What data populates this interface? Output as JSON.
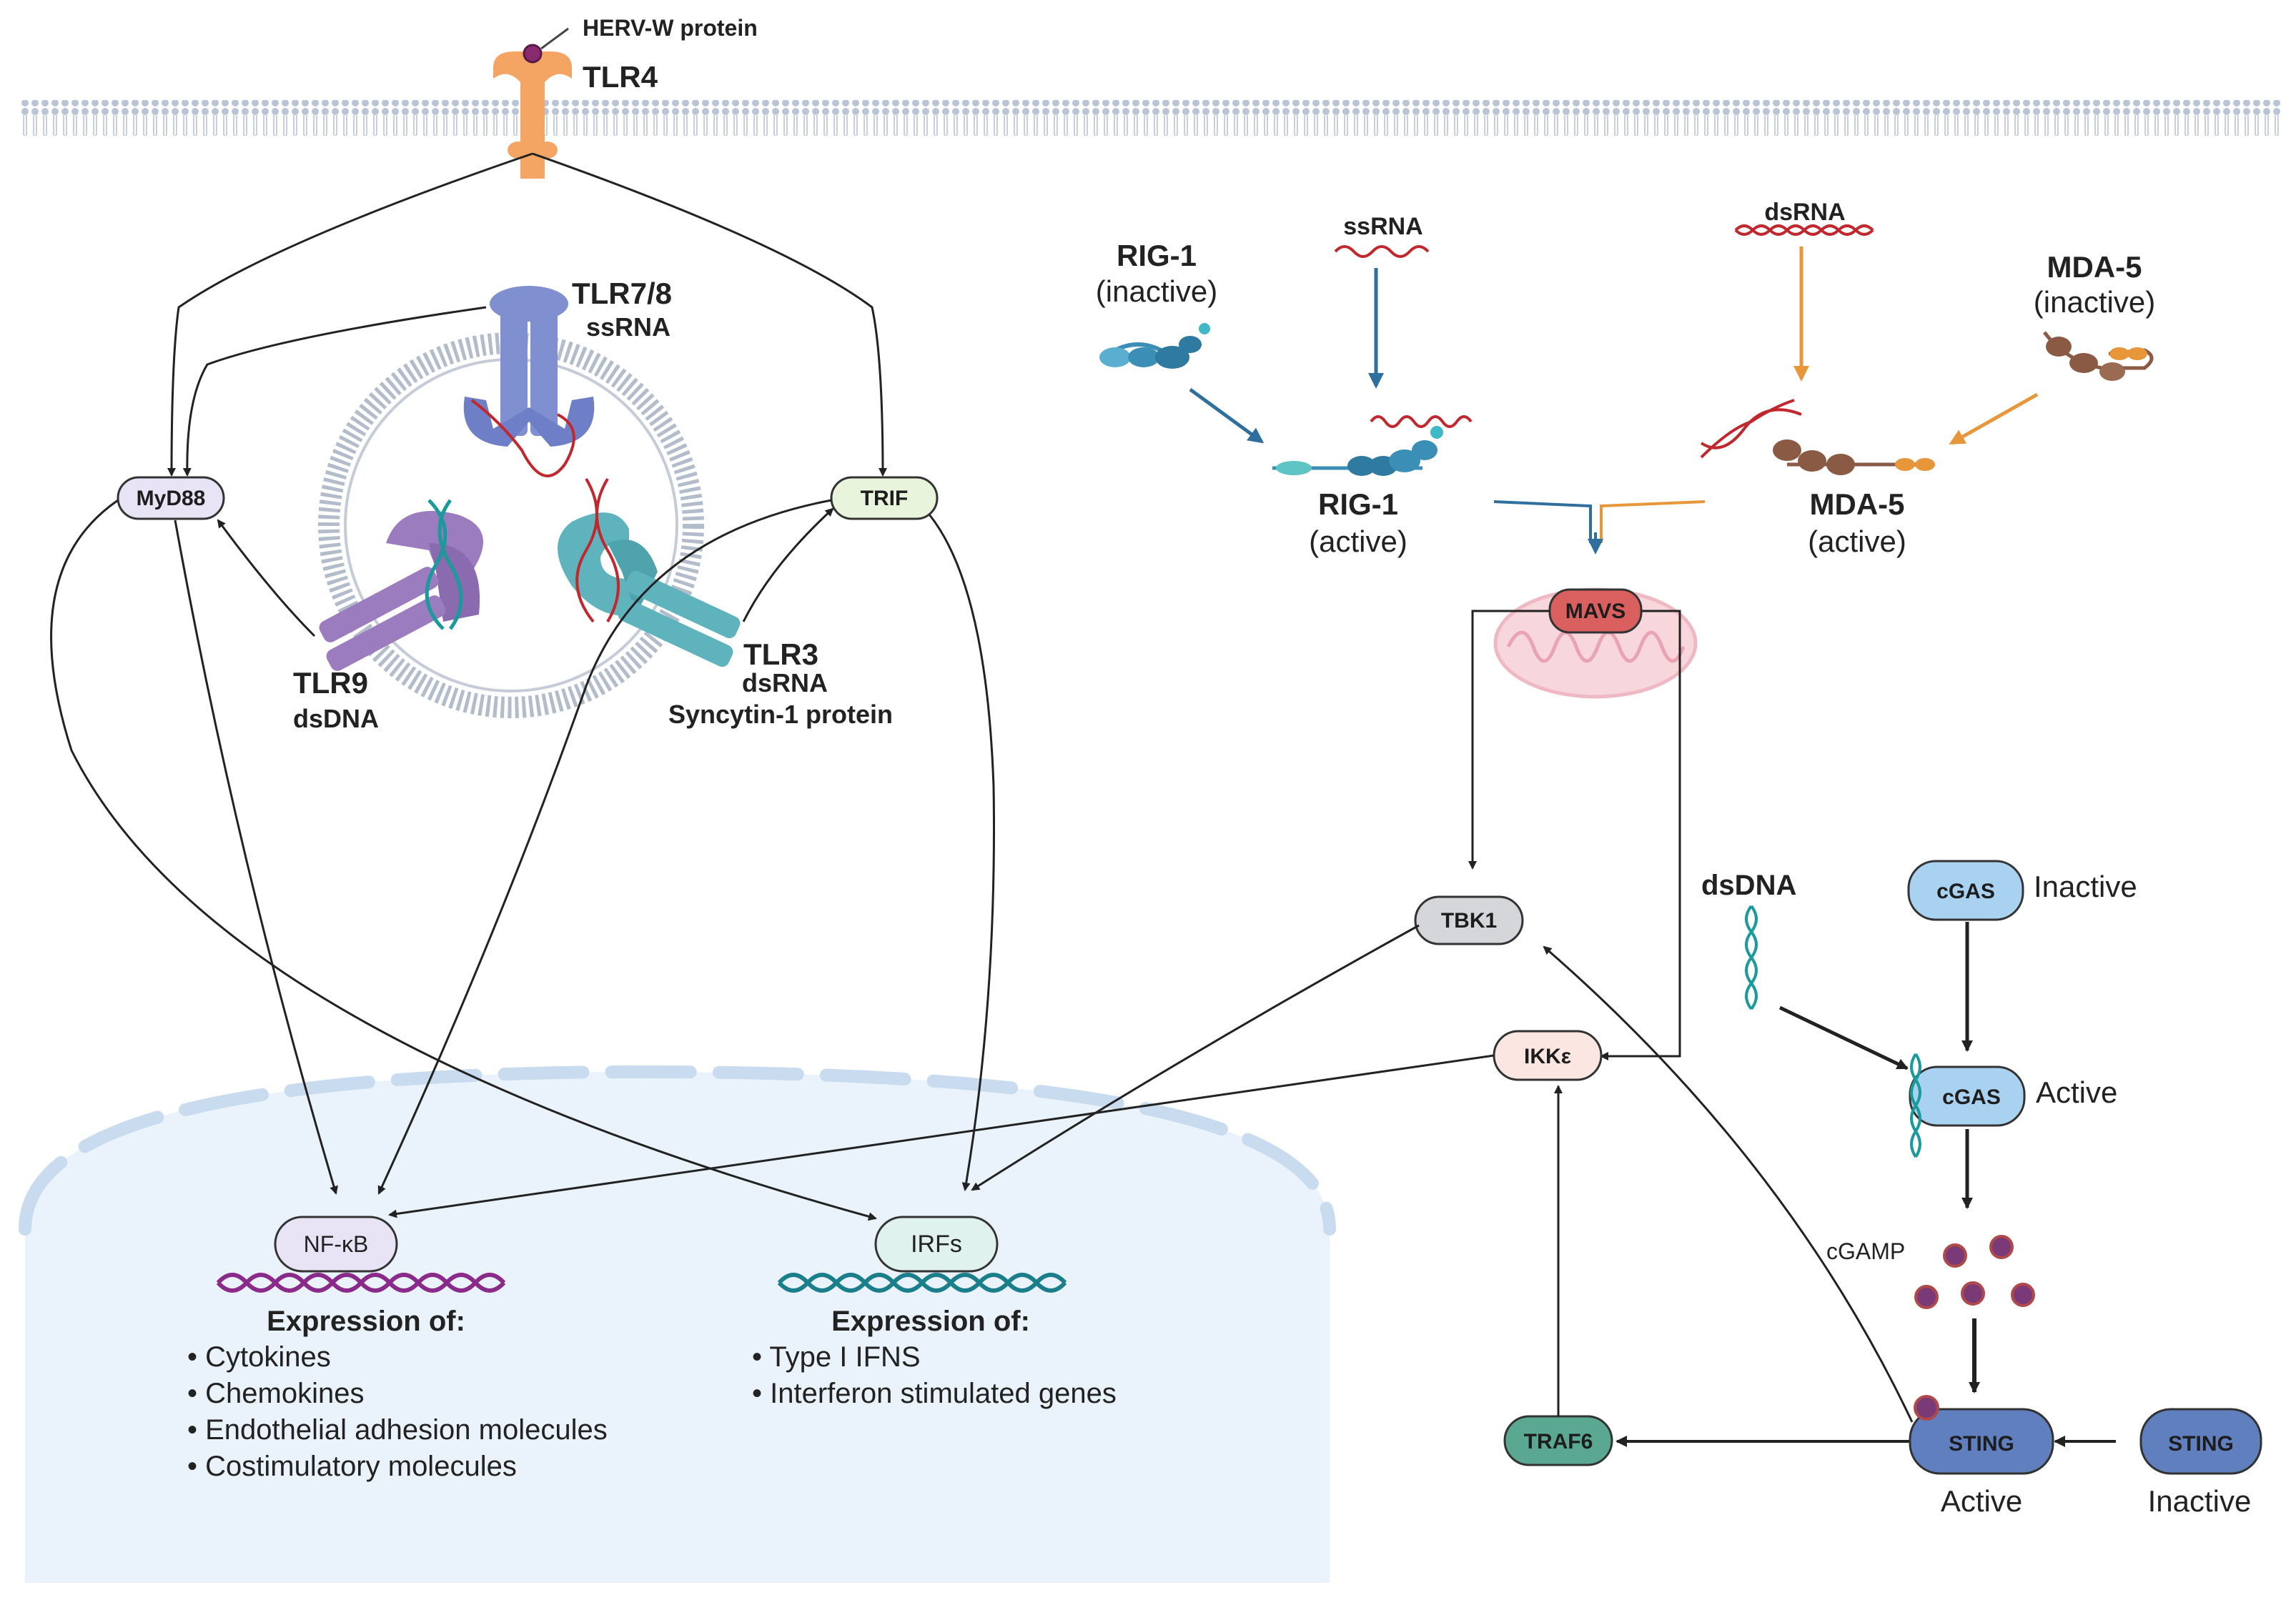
{
  "membrane": {
    "receptor": "TLR4",
    "ligand": "HERV-W protein"
  },
  "endosome": {
    "tlr78": {
      "name": "TLR7/8",
      "ligand": "ssRNA"
    },
    "tlr9": {
      "name": "TLR9",
      "ligand": "dsDNA"
    },
    "tlr3": {
      "name": "TLR3",
      "ligand": "dsRNA",
      "ligand2": "Syncytin-1 protein"
    }
  },
  "adaptors": {
    "myd88": "MyD88",
    "trif": "TRIF"
  },
  "rlr": {
    "rig1_name": "RIG-1",
    "rig1_inactive": "(inactive)",
    "rig1_active": "(active)",
    "ssrna": "ssRNA",
    "dsrna": "dsRNA",
    "mda5_name": "MDA-5",
    "mda5_inactive": "(inactive)",
    "mda5_active": "(active)"
  },
  "mito": {
    "mavs": "MAVS"
  },
  "kinases": {
    "tbk1": "TBK1",
    "ikke": "IKKε",
    "traf6": "TRAF6"
  },
  "cgas_pathway": {
    "dsdna": "dsDNA",
    "cgas": "cGAS",
    "inactive": "Inactive",
    "active": "Active",
    "cgamp": "cGAMP",
    "sting": "STING",
    "sting_active": "Active",
    "sting_inactive": "Inactive"
  },
  "nucleus": {
    "nfkb": "NF-κB",
    "irfs": "IRFs",
    "expr_title": "Expression of:",
    "nfkb_items": [
      "• Cytokines",
      "• Chemokines",
      "• Endothelial adhesion molecules",
      "• Costimulatory molecules"
    ],
    "irf_items": [
      "• Type I IFNS",
      "• Interferon stimulated genes"
    ]
  },
  "colors": {
    "tlr4": "#f4a564",
    "tlr78": "#7f8fcf",
    "tlr9": "#9b7cbf",
    "tlr3": "#5fb3bd",
    "rig1": "#3b8fb6",
    "mda5": "#8a5a44",
    "rna": "#c0282e",
    "dna_teal": "#1a9a9a",
    "nucleus": "#eaf3fb",
    "mavs": "#d9605e",
    "cgas": "#a9d2f0",
    "sting": "#5f7fbf",
    "traf6": "#5aa892"
  }
}
